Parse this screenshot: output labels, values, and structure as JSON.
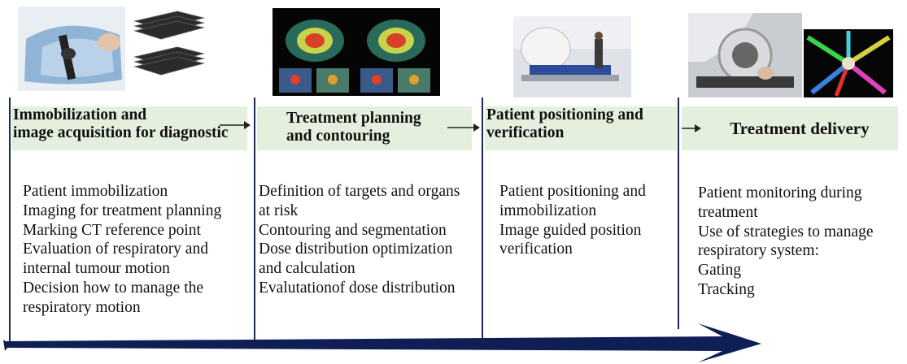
{
  "colors": {
    "timeline": "#0f1e55",
    "divider": "#1a2a55",
    "header_bg": "#e4efdd"
  },
  "stages": [
    {
      "title_lines": [
        "Immobilization and",
        "image acquisition for diagnostic"
      ],
      "items": [
        "Patient immobilization",
        "Imaging for treatment planning",
        "Marking CT reference point",
        "Evaluation of respiratory and",
        "internal tumour motion",
        "Decision how to manage the",
        "respiratory motion"
      ]
    },
    {
      "title_lines": [
        "Treatment planning",
        "and contouring"
      ],
      "items": [
        "Definition of targets and organs",
        "at risk",
        "Contouring and segmentation",
        "Dose distribution optimization",
        "and calculation",
        "Evalutationof dose distribution"
      ]
    },
    {
      "title_lines": [
        "Patient positioning and",
        "verification"
      ],
      "items": [
        "Patient positioning and",
        "immobilization",
        "Image guided position",
        "verification"
      ]
    },
    {
      "title_lines": [
        "Treatment delivery"
      ],
      "items": [
        "Patient monitoring during",
        "treatment",
        "Use of strategies to manage",
        "respiratory system:",
        "Gating",
        "Tracking"
      ]
    }
  ]
}
